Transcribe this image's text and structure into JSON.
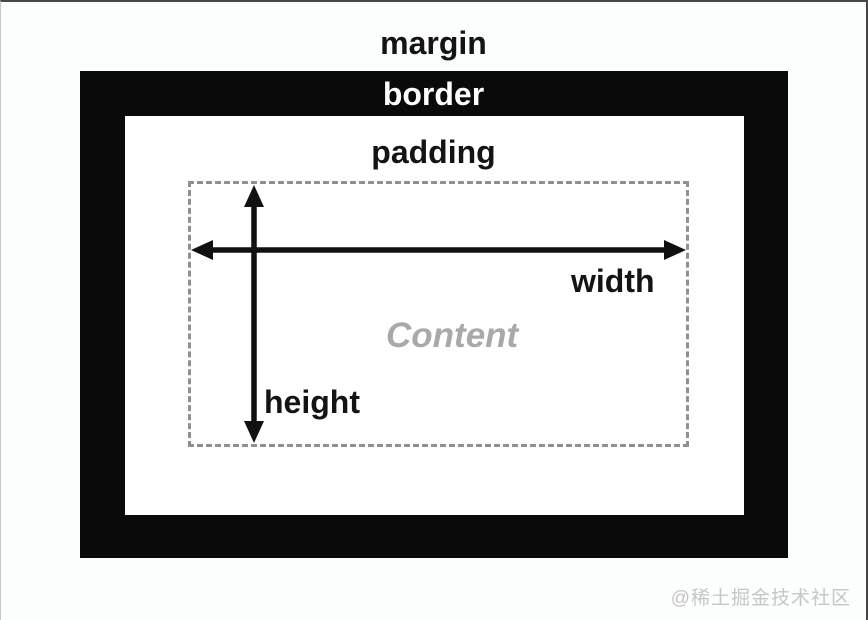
{
  "diagram": {
    "margin_label": "margin",
    "border_label": "border",
    "padding_label": "padding",
    "content_label": "Content",
    "width_label": "width",
    "height_label": "height"
  },
  "watermark": {
    "text": "@稀土掘金技术社区"
  },
  "colors": {
    "page_background": "#fcfdfd",
    "border_box": "#0a0a0a",
    "padding_box": "#ffffff",
    "dashed_outline": "#909090",
    "label_text": "#141414",
    "border_label_text": "#ffffff",
    "content_text": "#a9a9a9",
    "arrow": "#111111",
    "watermark_text": "#c6c6c6",
    "edge_line_dark": "#474747",
    "edge_line_light": "#c6c6c6"
  }
}
